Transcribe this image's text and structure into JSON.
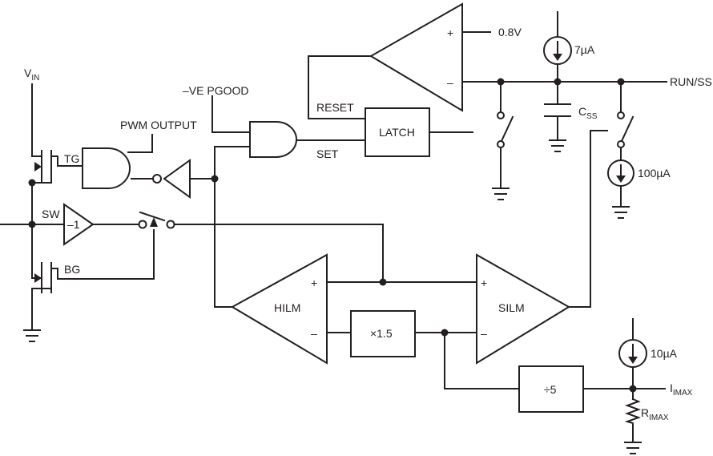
{
  "labels": {
    "vin": "V",
    "vin_sub": "IN",
    "sw": "SW",
    "tg": "TG",
    "bg": "BG",
    "pwm_output": "PWM OUTPUT",
    "neg_pgood": "–VE PGOOD",
    "reset": "RESET",
    "set": "SET",
    "latch": "LATCH",
    "ref_0v8": "0.8V",
    "i_7ua": "7µA",
    "css": "C",
    "css_sub": "SS",
    "run_ss": "RUN/SS",
    "i_100ua": "100µA",
    "inv_gain": "–1",
    "hilm": "HILM",
    "silm": "SILM",
    "x15": "×1.5",
    "div5": "÷5",
    "i_10ua": "10µA",
    "imax": "I",
    "imax_sub": "IMAX",
    "rimax": "R",
    "rimax_sub": "IMAX",
    "plus": "+",
    "minus": "–"
  }
}
